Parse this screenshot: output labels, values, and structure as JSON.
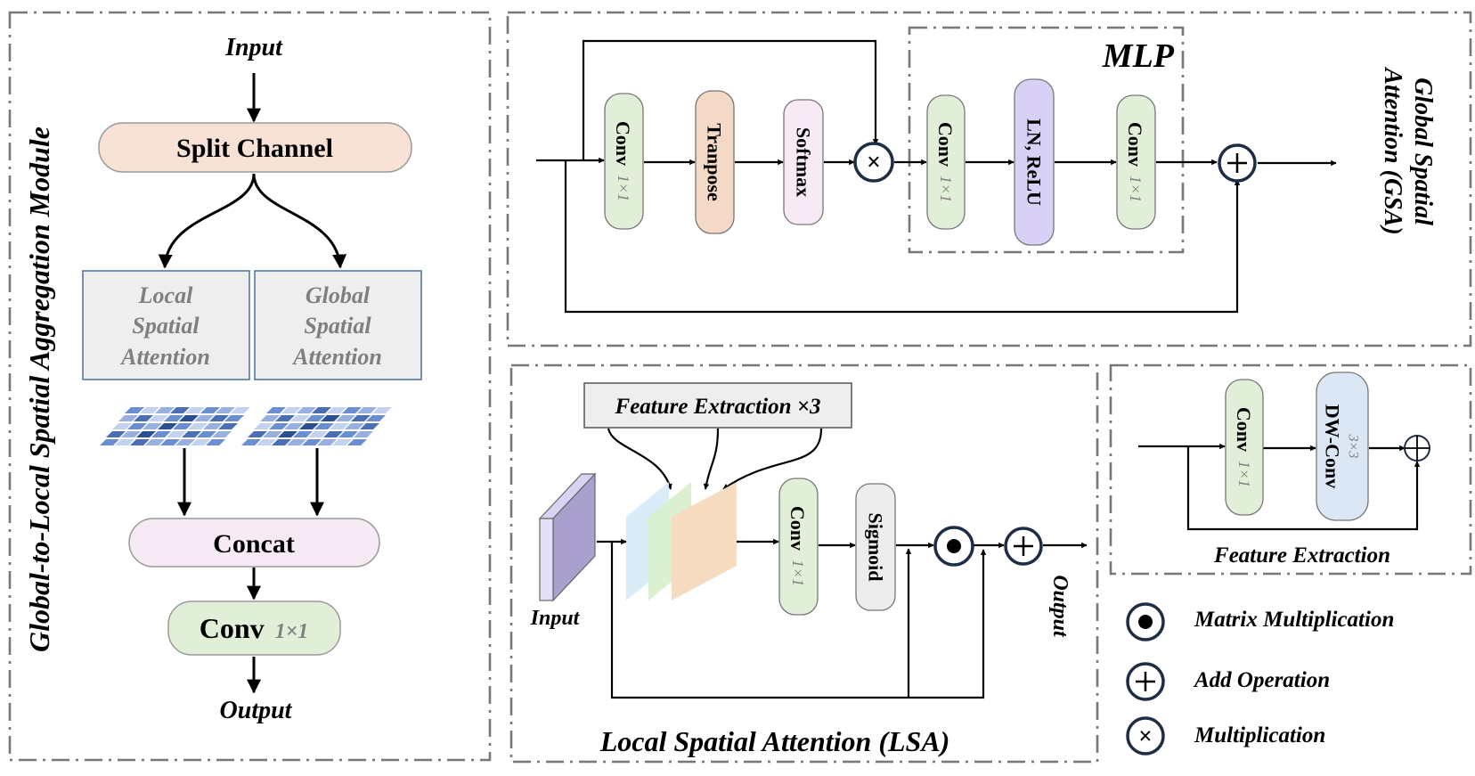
{
  "left_module": {
    "title": "Global-to-Local Spatial Aggregation Module",
    "input": "Input",
    "split": "Split Channel",
    "local_box": [
      "Local",
      "Spatial",
      "Attention"
    ],
    "global_box": [
      "Global",
      "Spatial",
      "Attention"
    ],
    "concat": "Concat",
    "conv": "Conv",
    "conv_kernel": "1×1",
    "output": "Output"
  },
  "gsa": {
    "title_lines": [
      "Global Spatial",
      "Attention (GSA)"
    ],
    "conv1": "Conv",
    "conv1_kernel": "1×1",
    "transpose": "Tranpose",
    "softmax": "Softmax",
    "mlp_title": "MLP",
    "mlp_conv1": "Conv",
    "mlp_conv1_kernel": "1×1",
    "ln_relu": "LN, ReLU",
    "mlp_conv2": "Conv",
    "mlp_conv2_kernel": "1×1"
  },
  "lsa": {
    "title": "Local Spatial Attention (LSA)",
    "feature_box": "Feature Extraction ×3",
    "input": "Input",
    "conv": "Conv",
    "conv_kernel": "1×1",
    "sigmoid": "Sigmoid",
    "output": "Output"
  },
  "feature_extraction": {
    "title": "Feature Extraction",
    "conv": "Conv",
    "conv_kernel": "1×1",
    "dwconv": "DW-Conv",
    "dwconv_kernel": "3×3"
  },
  "legend": [
    {
      "symbol": "dot-circle",
      "label": "Matrix Multiplication"
    },
    {
      "symbol": "plus-circle",
      "label": "Add Operation"
    },
    {
      "symbol": "times-circle",
      "label": "Multiplication"
    }
  ],
  "colors": {
    "split": "#f7e2d5",
    "concat": "#f6eaf5",
    "conv_green": "#e2efd8",
    "transpose": "#f4d9c6",
    "softmax": "#f7eaf4",
    "ln_relu": "#d8d0f5",
    "sigmoid": "#ededed",
    "dwconv": "#dbe7f5",
    "attention_box": "#eeeeee",
    "kernel_text": "#808080",
    "node_stroke": "#1f2d44",
    "frame": "#777777"
  },
  "heatmap": {
    "palette": [
      "#4a6fb5",
      "#6a8ed0",
      "#97b0e0",
      "#c3d2ee",
      "#2c4f92"
    ],
    "cells": [
      [
        1,
        3,
        2,
        0,
        3,
        1,
        2,
        3
      ],
      [
        2,
        0,
        3,
        1,
        4,
        2,
        0,
        1
      ],
      [
        3,
        1,
        2,
        4,
        1,
        3,
        2,
        0
      ],
      [
        0,
        2,
        4,
        1,
        3,
        0,
        1,
        2
      ],
      [
        1,
        3,
        0,
        2,
        1,
        2,
        3,
        1
      ]
    ]
  }
}
